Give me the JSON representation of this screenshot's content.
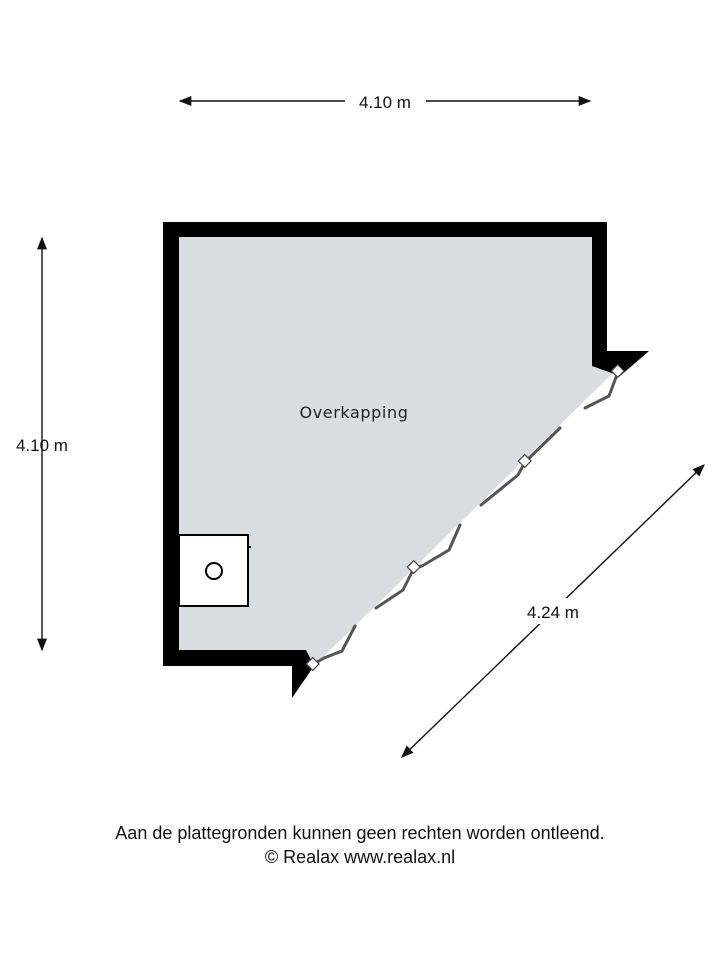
{
  "dimensions": {
    "top_width": "4.10 m",
    "left_height": "4.10 m",
    "diagonal_length": "4.24 m"
  },
  "room": {
    "name": "Overkapping"
  },
  "footer": {
    "disclaimer": "Aan de plattegronden kunnen geen rechten worden ontleend.",
    "copyright": "© Realax www.realax.nl"
  },
  "colors": {
    "wall": "#000000",
    "floor": "#d9dce0",
    "line": "#111111"
  }
}
